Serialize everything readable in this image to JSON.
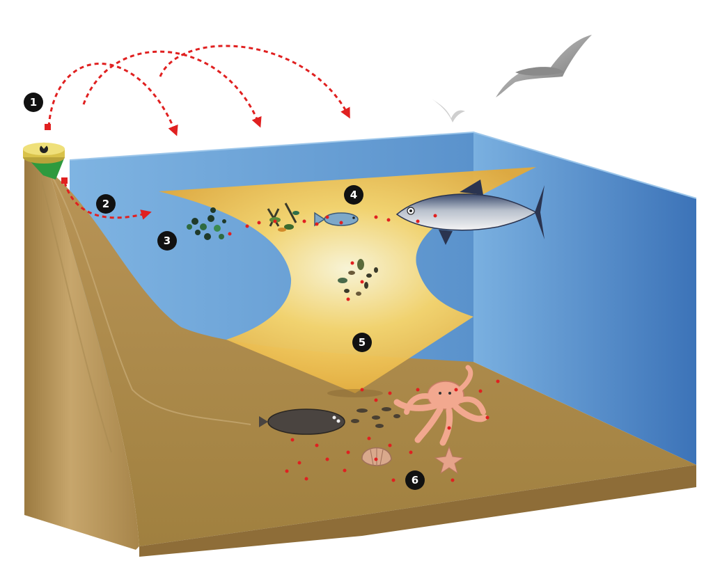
{
  "diagram": {
    "markers": [
      {
        "id": "1",
        "label": "1"
      },
      {
        "id": "2",
        "label": "2"
      },
      {
        "id": "3",
        "label": "3"
      },
      {
        "id": "4",
        "label": "4"
      },
      {
        "id": "5",
        "label": "5"
      },
      {
        "id": "6",
        "label": "6"
      }
    ],
    "colors": {
      "water": "#5b9bd5",
      "water_dark": "#3f7fc0",
      "sediment": "#b8955a",
      "sediment_dark": "#8e6d38",
      "plume": "#f6c94a",
      "particle": "#e02020",
      "pipe": "#4caf50",
      "radiation_symbol": "#e8d44d"
    },
    "icons": [
      "radiation-source-icon",
      "seagull-icon",
      "tuna-icon",
      "small-fish-icon",
      "plankton-icon",
      "flatfish-icon",
      "octopus-icon",
      "shell-icon",
      "starfish-icon"
    ]
  }
}
